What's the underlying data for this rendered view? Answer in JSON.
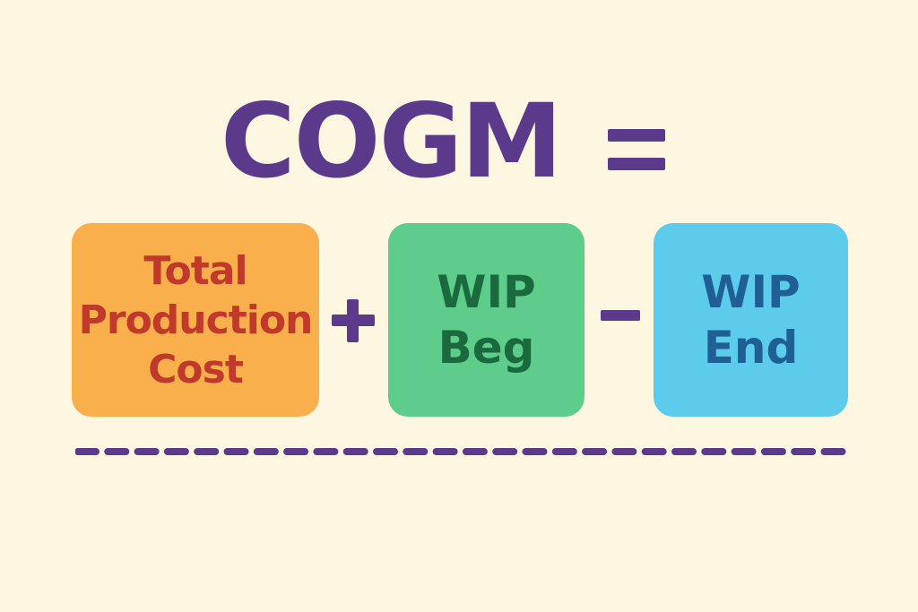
{
  "title": "COGM",
  "operators": {
    "equals": "=",
    "plus": "+",
    "minus": "-"
  },
  "boxes": [
    {
      "lines": [
        "Total",
        "Production",
        "Cost"
      ]
    },
    {
      "lines": [
        "WIP",
        "Beg"
      ]
    },
    {
      "lines": [
        "WIP",
        "End"
      ]
    }
  ],
  "colors": {
    "background": "#fdf6e1",
    "accent": "#5b3a8c",
    "total_box": "#f9b04c",
    "total_text": "#c0392b",
    "beg_box": "#5ecc8a",
    "beg_text": "#1a6a3d",
    "end_box": "#5ccbec",
    "end_text": "#1f5f94"
  }
}
